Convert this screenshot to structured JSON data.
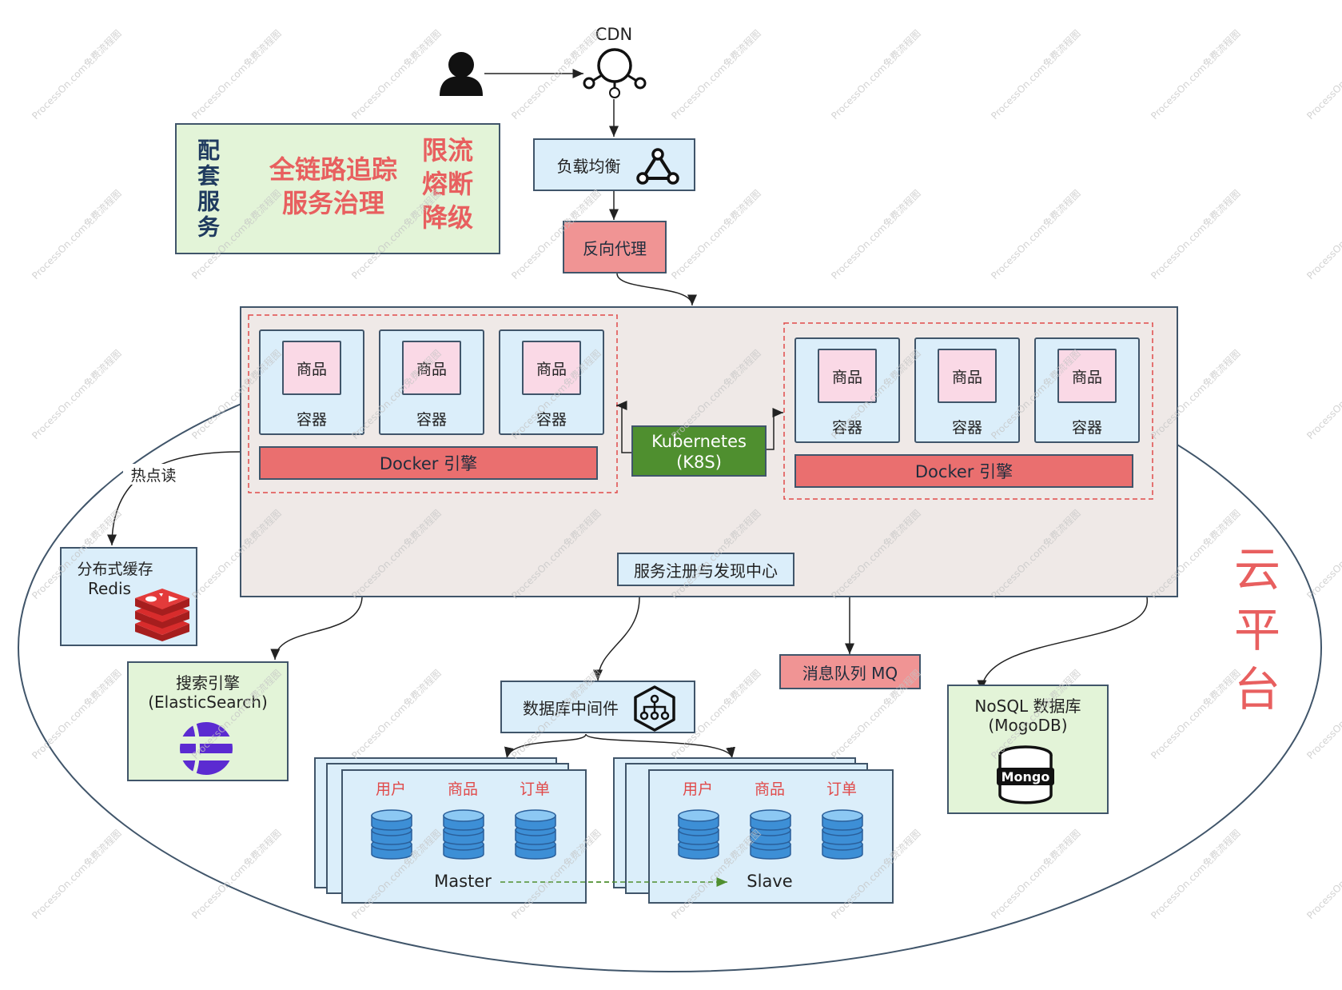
{
  "diagram_nodes": {
    "cdn": "CDN",
    "load_balancer": "负载均衡",
    "reverse_proxy": "反向代理",
    "support_services": {
      "title": "配套服务",
      "items": [
        "全链路追踪",
        "服务治理"
      ],
      "limits": [
        "限流",
        "熔断",
        "降级"
      ]
    },
    "cluster_left": {
      "containers": [
        {
          "product": "商品",
          "label": "容器"
        },
        {
          "product": "商品",
          "label": "容器"
        },
        {
          "product": "商品",
          "label": "容器"
        }
      ],
      "engine": "Docker 引擎"
    },
    "cluster_right": {
      "containers": [
        {
          "product": "商品",
          "label": "容器"
        },
        {
          "product": "商品",
          "label": "容器"
        },
        {
          "product": "商品",
          "label": "容器"
        }
      ],
      "engine": "Docker 引擎"
    },
    "kubernetes": {
      "line1": "Kubernetes",
      "line2": "(K8S)"
    },
    "registry": "服务注册与发现中心",
    "hot_read": "热点读",
    "redis": {
      "line1": "分布式缓存",
      "line2": "Redis"
    },
    "search": {
      "line1": "搜索引擎",
      "line2": "(ElasticSearch)"
    },
    "db_middleware": "数据库中间件",
    "mq": "消息队列 MQ",
    "nosql": {
      "line1": "NoSQL 数据库",
      "line2": "(MogoDB)",
      "logo_text": "Mongo"
    },
    "master": {
      "tables": [
        "用户",
        "商品",
        "订单"
      ],
      "label": "Master"
    },
    "slave": {
      "tables": [
        "用户",
        "商品",
        "订单"
      ],
      "label": "Slave"
    },
    "cloud": [
      "云",
      "平",
      "台"
    ]
  },
  "watermark": "ProcessOn.com免费流程图",
  "colors": {
    "red_text": "#e04a4a",
    "blue_fill": "#dbeefa",
    "green_fill": "#e3f4d8",
    "docker_red": "#ea6f6f",
    "k8s_green": "#4f8f2f",
    "cloud_red": "#e85f5f"
  }
}
